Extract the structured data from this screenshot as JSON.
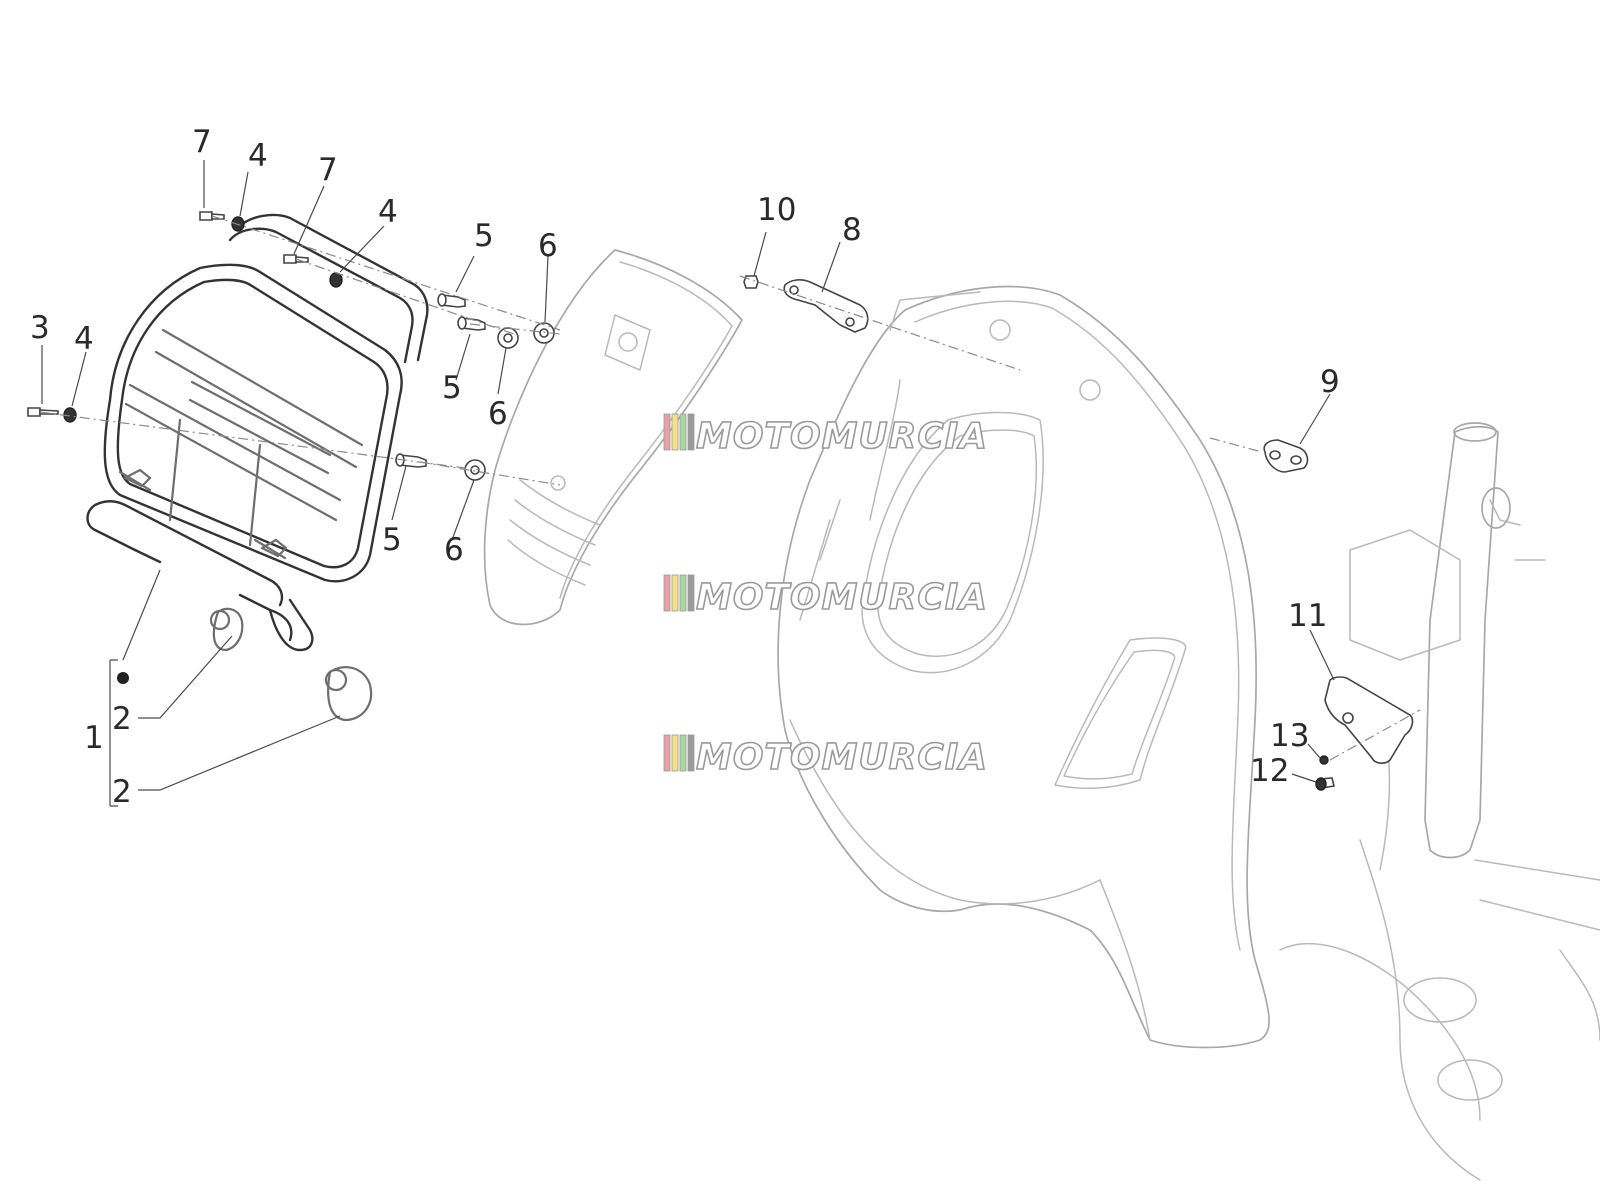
{
  "diagram": {
    "callouts": [
      "7",
      "4",
      "7",
      "4",
      "5",
      "6",
      "10",
      "8",
      "3",
      "4",
      "5",
      "6",
      "9",
      "5",
      "6",
      "11",
      "13",
      "12",
      "1",
      "2",
      "2"
    ],
    "watermark": "MOTOMURCIA",
    "watermark_stripe_colors": [
      "#e8a0a0",
      "#f2e08a",
      "#a8d8a0",
      "#9a9a9a"
    ]
  }
}
